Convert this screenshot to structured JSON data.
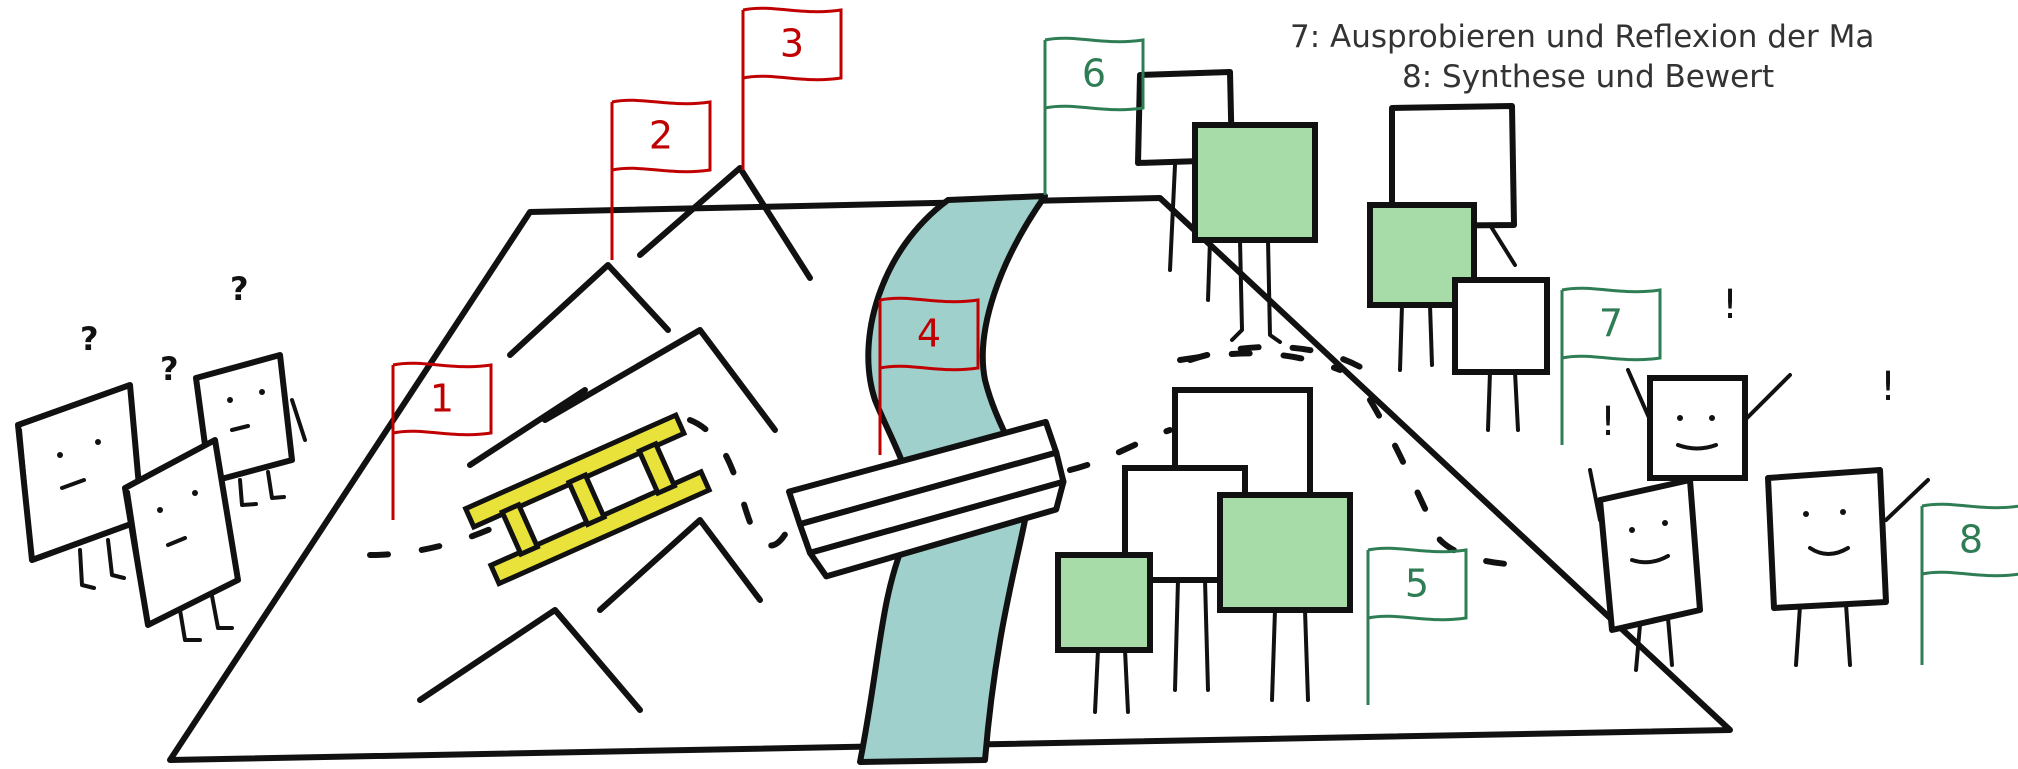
{
  "legend": [
    {
      "text": "7: Ausprobieren und Reflexion der Ma"
    },
    {
      "text": "8: Synthese und Bewert"
    }
  ],
  "flags": [
    {
      "label": "1",
      "color": "#c00000"
    },
    {
      "label": "2",
      "color": "#c00000"
    },
    {
      "label": "3",
      "color": "#c00000"
    },
    {
      "label": "4",
      "color": "#c00000"
    },
    {
      "label": "5",
      "color": "#2e7d55"
    },
    {
      "label": "6",
      "color": "#2e7d55"
    },
    {
      "label": "7",
      "color": "#2e7d55"
    },
    {
      "label": "8",
      "color": "#2e7d55"
    }
  ],
  "figures": {
    "confused_marks": [
      "?",
      "?",
      "?"
    ],
    "happy_marks": [
      "!",
      "!",
      "!"
    ]
  },
  "colors": {
    "river": "#9fd0cc",
    "ladder": "#e8e23a",
    "card_fill": "#a7dba7",
    "ink": "#111111"
  }
}
